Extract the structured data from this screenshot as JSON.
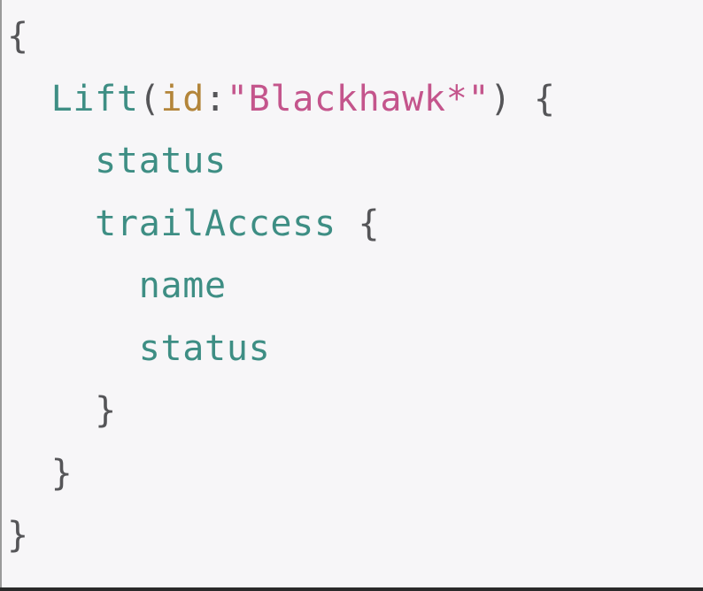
{
  "colors": {
    "field": "#3e8e84",
    "arg": "#b3853a",
    "string": "#c4558c",
    "punct": "#555558"
  },
  "code_lines": [
    [
      {
        "t": "{",
        "c": "punct"
      }
    ],
    [
      {
        "t": "  "
      },
      {
        "t": "Lift",
        "c": "teal"
      },
      {
        "t": "(",
        "c": "punct"
      },
      {
        "t": "id",
        "c": "gold"
      },
      {
        "t": ":",
        "c": "punct"
      },
      {
        "t": "\"Blackhawk*\"",
        "c": "pink"
      },
      {
        "t": ") {",
        "c": "punct"
      }
    ],
    [
      {
        "t": "    "
      },
      {
        "t": "status",
        "c": "teal"
      }
    ],
    [
      {
        "t": "    "
      },
      {
        "t": "trailAccess",
        "c": "teal"
      },
      {
        "t": " {",
        "c": "punct"
      }
    ],
    [
      {
        "t": "      "
      },
      {
        "t": "name",
        "c": "teal"
      }
    ],
    [
      {
        "t": "      "
      },
      {
        "t": "status",
        "c": "teal"
      }
    ],
    [
      {
        "t": "    "
      },
      {
        "t": "}",
        "c": "punct"
      }
    ],
    [
      {
        "t": "  "
      },
      {
        "t": "}",
        "c": "punct"
      }
    ],
    [
      {
        "t": "}",
        "c": "punct"
      }
    ]
  ]
}
